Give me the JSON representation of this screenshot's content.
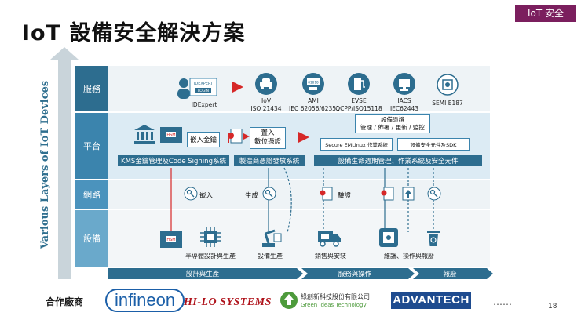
{
  "tag": "IoT 安全",
  "title": "IoT 設備安全解決方案",
  "axis_label": "Various Layers of IoT Devices",
  "layers": {
    "service": "服務",
    "platform": "平台",
    "network": "網路",
    "device": "設備"
  },
  "service_items": [
    {
      "name": "IDExpert",
      "icon_title": "IDEXPERT",
      "icon_sub": "LOGIN"
    },
    {
      "name": "IoV\nISO 21434"
    },
    {
      "name": "AMI\nIEC 62056/62351",
      "icon_title": "01010"
    },
    {
      "name": "EVSE\nOCPP/ISO15118"
    },
    {
      "name": "IACS\nIEC62443"
    },
    {
      "name": "SEMI E187"
    }
  ],
  "platform": {
    "hsm_label": "HSM",
    "key_inject": "嵌入金鑰",
    "cert_box": "置入\n數位憑證",
    "mgmt_title": "設備憑證\n管理 / 佈署 / 更新 / 監控",
    "secure_os": "Secure EMLinux 作業系統",
    "sdk": "設備安全元件及SDK",
    "bar_kms": "KMS金鑰管理及Code Signing系統",
    "bar_mfg": "製造商憑證發放系統",
    "bar_lifecycle": "設備生命週期管理、作業系統及安全元件"
  },
  "network": {
    "embed": "嵌入",
    "generate": "生成",
    "verify": "驗證"
  },
  "device": {
    "hsm_label": "HSM",
    "chip": "半導體設計與生產",
    "production": "設備生產",
    "sales": "銷售與安裝",
    "maintenance": "維護、操作與報廢"
  },
  "phases": [
    "設計與生產",
    "服務與操作",
    "報廢"
  ],
  "partners": {
    "label": "合作廠商",
    "infineon": "infineon",
    "hilo": "HI-LO SYSTEMS",
    "gi_cn": "綠創新科技股份有限公司",
    "gi_en": "Green Ideas Technology",
    "advantech": "ADVANTECH",
    "more": "……"
  },
  "page_number": "18",
  "colors": {
    "brand": "#7b1f5e",
    "dark_blue": "#2d6d8f",
    "mid_blue": "#3b84ad",
    "light_blue": "#6aa9cb",
    "alert_red": "#d62828"
  }
}
